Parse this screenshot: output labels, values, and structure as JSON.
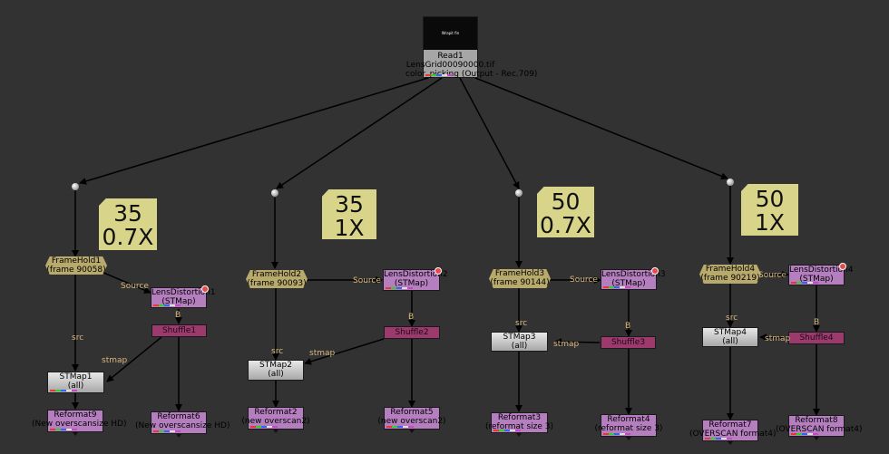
{
  "read": {
    "name": "Read1",
    "file": "LensGrid00090000.tif",
    "colorspace": "color_picking (Output - Rec.709)",
    "thumb_text": "Wrapit fin"
  },
  "stickies": [
    {
      "line1": "35",
      "line2": "0.7X"
    },
    {
      "line1": "35",
      "line2": "1X"
    },
    {
      "line1": "50",
      "line2": "0.7X"
    },
    {
      "line1": "50",
      "line2": "1X"
    }
  ],
  "framehold": [
    {
      "name": "FrameHold1",
      "sub": "(frame 90058)"
    },
    {
      "name": "FrameHold2",
      "sub": "(frame 90093)"
    },
    {
      "name": "FrameHold3",
      "sub": "(frame 90144)"
    },
    {
      "name": "FrameHold4",
      "sub": "(frame 90219)"
    }
  ],
  "lensdistortion": [
    {
      "name": "LensDistortion1",
      "sub": "(STMap)"
    },
    {
      "name": "LensDistortion2",
      "sub": "(STMap)"
    },
    {
      "name": "LensDistortion3",
      "sub": "(STMap)"
    },
    {
      "name": "LensDistortion4",
      "sub": "(STMap)"
    }
  ],
  "shuffle": [
    "Shuffle1",
    "Shuffle2",
    "Shuffle3",
    "Shuffle4"
  ],
  "stmap": [
    {
      "name": "STMap1",
      "sub": "(all)"
    },
    {
      "name": "STMap2",
      "sub": "(all)"
    },
    {
      "name": "STMap3",
      "sub": "(all)"
    },
    {
      "name": "STMap4",
      "sub": "(all)"
    }
  ],
  "reformat": [
    {
      "name": "Reformat9",
      "sub": "(New overscansize HD)"
    },
    {
      "name": "Reformat6",
      "sub": "(New overscansize HD)"
    },
    {
      "name": "Reformat2",
      "sub": "(new overscan2)"
    },
    {
      "name": "Reformat5",
      "sub": "(new overscan2)"
    },
    {
      "name": "Reformat3",
      "sub": "(reformat size 3)"
    },
    {
      "name": "Reformat4",
      "sub": "(reformat size 3)"
    },
    {
      "name": "Reformat7",
      "sub": "(OVERSCAN format4)"
    },
    {
      "name": "Reformat8",
      "sub": "(OVERSCAN format4)"
    }
  ],
  "pipe_labels": {
    "source": "Source",
    "src": "src",
    "stmap": "stmap",
    "b": "B"
  },
  "colors": {
    "background": "#323232",
    "edge": "#000000",
    "pipe_label": "#d9b87d",
    "sticky": "#d8d48a"
  }
}
